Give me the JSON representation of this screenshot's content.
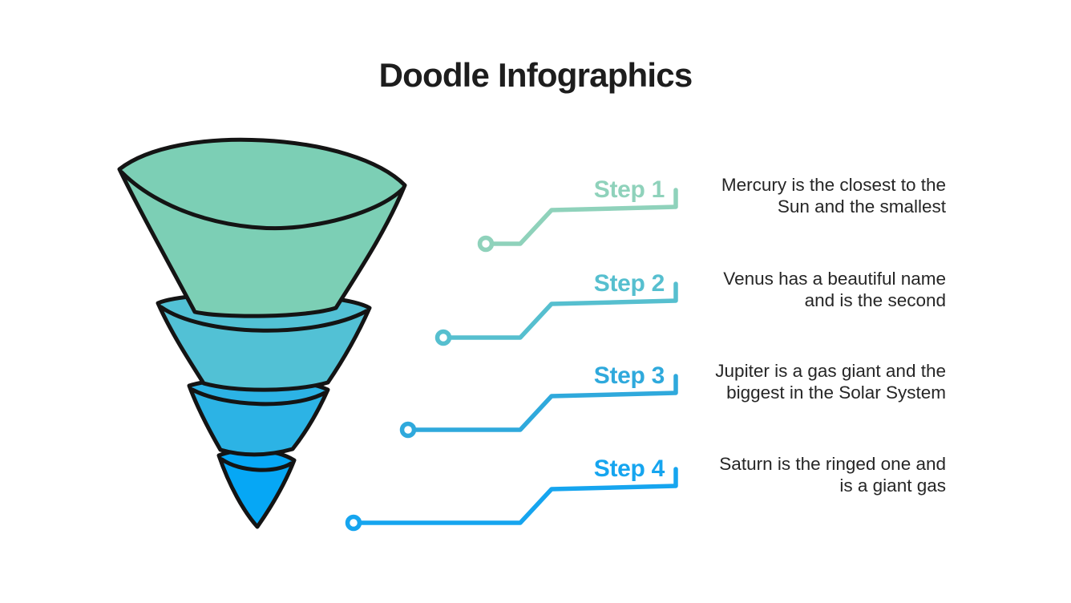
{
  "title": "Doodle Infographics",
  "colors": {
    "background": "#ffffff",
    "title": "#1d1d1d",
    "outline": "#141414",
    "body_text": "#262626"
  },
  "funnel": {
    "tiers": [
      {
        "name": "tier-1-top",
        "color": "#7CCFB5"
      },
      {
        "name": "tier-2",
        "color": "#52C1D5"
      },
      {
        "name": "tier-3",
        "color": "#2CB3E5"
      },
      {
        "name": "tier-4-tip",
        "color": "#06A7F5"
      }
    ]
  },
  "steps": [
    {
      "label": "Step 1",
      "color": "#8FD2BB",
      "description": "Mercury is the closest to the\nSun and the smallest"
    },
    {
      "label": "Step 2",
      "color": "#56BFCF",
      "description": "Venus has a beautiful name\nand is the second"
    },
    {
      "label": "Step 3",
      "color": "#2FA9DC",
      "description": "Jupiter is a gas giant and the\nbiggest in the Solar System"
    },
    {
      "label": "Step 4",
      "color": "#16A5EF",
      "description": "Saturn is the ringed one and\nis a giant gas"
    }
  ]
}
